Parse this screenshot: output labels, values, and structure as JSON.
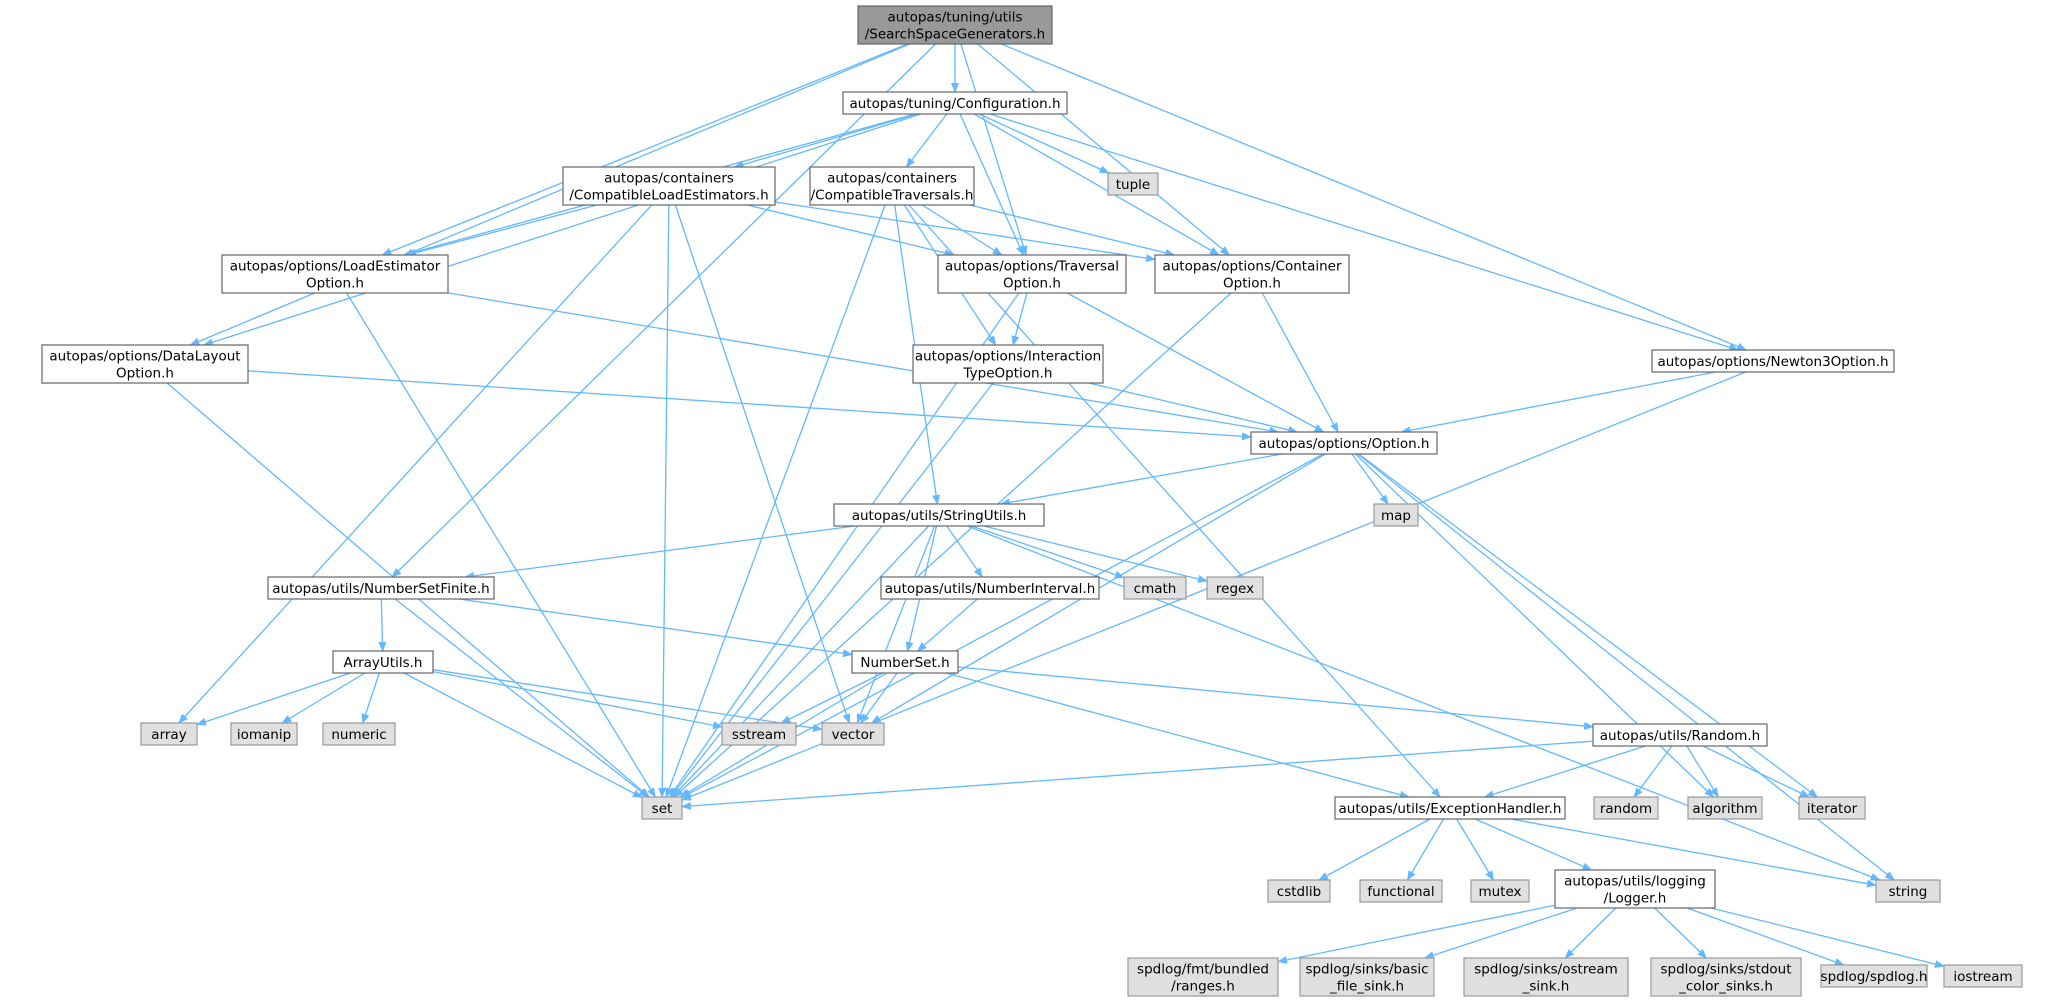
{
  "colors": {
    "edge": "#63b8ff",
    "root_fill": "#999999",
    "project_fill": "#ffffff",
    "system_fill": "#e0e0e0",
    "border": "#666666"
  },
  "nodes": [
    {
      "id": "ssg",
      "kind": "root",
      "lines": [
        "autopas/tuning/utils",
        "/SearchSpaceGenerators.h"
      ]
    },
    {
      "id": "config",
      "kind": "project",
      "lines": [
        "autopas/tuning/Configuration.h"
      ]
    },
    {
      "id": "tuple",
      "kind": "system",
      "lines": [
        "tuple"
      ]
    },
    {
      "id": "cle",
      "kind": "project",
      "lines": [
        "autopas/containers",
        "/CompatibleLoadEstimators.h"
      ]
    },
    {
      "id": "ct",
      "kind": "project",
      "lines": [
        "autopas/containers",
        "/CompatibleTraversals.h"
      ]
    },
    {
      "id": "leo",
      "kind": "project",
      "lines": [
        "autopas/options/LoadEstimator",
        "Option.h"
      ]
    },
    {
      "id": "to",
      "kind": "project",
      "lines": [
        "autopas/options/Traversal",
        "Option.h"
      ]
    },
    {
      "id": "co",
      "kind": "project",
      "lines": [
        "autopas/options/Container",
        "Option.h"
      ]
    },
    {
      "id": "dlo",
      "kind": "project",
      "lines": [
        "autopas/options/DataLayout",
        "Option.h"
      ]
    },
    {
      "id": "ito",
      "kind": "project",
      "lines": [
        "autopas/options/Interaction",
        "TypeOption.h"
      ]
    },
    {
      "id": "n3o",
      "kind": "project",
      "lines": [
        "autopas/options/Newton3Option.h"
      ]
    },
    {
      "id": "opt",
      "kind": "project",
      "lines": [
        "autopas/options/Option.h"
      ]
    },
    {
      "id": "map",
      "kind": "system",
      "lines": [
        "map"
      ]
    },
    {
      "id": "su",
      "kind": "project",
      "lines": [
        "autopas/utils/StringUtils.h"
      ]
    },
    {
      "id": "nsf",
      "kind": "project",
      "lines": [
        "autopas/utils/NumberSetFinite.h"
      ]
    },
    {
      "id": "ni",
      "kind": "project",
      "lines": [
        "autopas/utils/NumberInterval.h"
      ]
    },
    {
      "id": "cmath",
      "kind": "system",
      "lines": [
        "cmath"
      ]
    },
    {
      "id": "regex",
      "kind": "system",
      "lines": [
        "regex"
      ]
    },
    {
      "id": "au",
      "kind": "project",
      "lines": [
        "ArrayUtils.h"
      ]
    },
    {
      "id": "ns",
      "kind": "project",
      "lines": [
        "NumberSet.h"
      ]
    },
    {
      "id": "array",
      "kind": "system",
      "lines": [
        "array"
      ]
    },
    {
      "id": "iomanip",
      "kind": "system",
      "lines": [
        "iomanip"
      ]
    },
    {
      "id": "numeric",
      "kind": "system",
      "lines": [
        "numeric"
      ]
    },
    {
      "id": "sstream",
      "kind": "system",
      "lines": [
        "sstream"
      ]
    },
    {
      "id": "vector",
      "kind": "system",
      "lines": [
        "vector"
      ]
    },
    {
      "id": "rnd",
      "kind": "project",
      "lines": [
        "autopas/utils/Random.h"
      ]
    },
    {
      "id": "set",
      "kind": "system",
      "lines": [
        "set"
      ]
    },
    {
      "id": "eh",
      "kind": "project",
      "lines": [
        "autopas/utils/ExceptionHandler.h"
      ]
    },
    {
      "id": "random",
      "kind": "system",
      "lines": [
        "random"
      ]
    },
    {
      "id": "algorithm",
      "kind": "system",
      "lines": [
        "algorithm"
      ]
    },
    {
      "id": "iterator",
      "kind": "system",
      "lines": [
        "iterator"
      ]
    },
    {
      "id": "cstdlib",
      "kind": "system",
      "lines": [
        "cstdlib"
      ]
    },
    {
      "id": "functional",
      "kind": "system",
      "lines": [
        "functional"
      ]
    },
    {
      "id": "mutex",
      "kind": "system",
      "lines": [
        "mutex"
      ]
    },
    {
      "id": "logger",
      "kind": "project",
      "lines": [
        "autopas/utils/logging",
        "/Logger.h"
      ]
    },
    {
      "id": "string",
      "kind": "system",
      "lines": [
        "string"
      ]
    },
    {
      "id": "fmt",
      "kind": "system",
      "lines": [
        "spdlog/fmt/bundled",
        "/ranges.h"
      ]
    },
    {
      "id": "bfs",
      "kind": "system",
      "lines": [
        "spdlog/sinks/basic",
        "_file_sink.h"
      ]
    },
    {
      "id": "oss",
      "kind": "system",
      "lines": [
        "spdlog/sinks/ostream",
        "_sink.h"
      ]
    },
    {
      "id": "scs",
      "kind": "system",
      "lines": [
        "spdlog/sinks/stdout",
        "_color_sinks.h"
      ]
    },
    {
      "id": "spdlog",
      "kind": "system",
      "lines": [
        "spdlog/spdlog.h"
      ]
    },
    {
      "id": "iostream",
      "kind": "system",
      "lines": [
        "iostream"
      ]
    }
  ],
  "edges": [
    [
      "ssg",
      "config"
    ],
    [
      "ssg",
      "leo"
    ],
    [
      "ssg",
      "dlo"
    ],
    [
      "ssg",
      "nsf"
    ],
    [
      "ssg",
      "to"
    ],
    [
      "ssg",
      "co"
    ],
    [
      "ssg",
      "n3o"
    ],
    [
      "config",
      "tuple"
    ],
    [
      "config",
      "cle"
    ],
    [
      "config",
      "ct"
    ],
    [
      "config",
      "leo"
    ],
    [
      "config",
      "dlo"
    ],
    [
      "config",
      "to"
    ],
    [
      "config",
      "co"
    ],
    [
      "config",
      "n3o"
    ],
    [
      "cle",
      "leo"
    ],
    [
      "cle",
      "to"
    ],
    [
      "cle",
      "co"
    ],
    [
      "cle",
      "array"
    ],
    [
      "cle",
      "set"
    ],
    [
      "cle",
      "vector"
    ],
    [
      "ct",
      "to"
    ],
    [
      "ct",
      "co"
    ],
    [
      "ct",
      "ito"
    ],
    [
      "ct",
      "su"
    ],
    [
      "ct",
      "set"
    ],
    [
      "ct",
      "eh"
    ],
    [
      "leo",
      "opt"
    ],
    [
      "leo",
      "set"
    ],
    [
      "to",
      "ito"
    ],
    [
      "to",
      "opt"
    ],
    [
      "to",
      "set"
    ],
    [
      "co",
      "opt"
    ],
    [
      "co",
      "set"
    ],
    [
      "dlo",
      "opt"
    ],
    [
      "dlo",
      "set"
    ],
    [
      "ito",
      "opt"
    ],
    [
      "ito",
      "set"
    ],
    [
      "n3o",
      "opt"
    ],
    [
      "n3o",
      "set"
    ],
    [
      "opt",
      "su"
    ],
    [
      "opt",
      "map"
    ],
    [
      "opt",
      "set"
    ],
    [
      "opt",
      "vector"
    ],
    [
      "opt",
      "algorithm"
    ],
    [
      "opt",
      "iterator"
    ],
    [
      "opt",
      "string"
    ],
    [
      "su",
      "nsf"
    ],
    [
      "su",
      "ni"
    ],
    [
      "su",
      "ns"
    ],
    [
      "su",
      "cmath"
    ],
    [
      "su",
      "regex"
    ],
    [
      "su",
      "set"
    ],
    [
      "su",
      "vector"
    ],
    [
      "su",
      "string"
    ],
    [
      "nsf",
      "au"
    ],
    [
      "nsf",
      "ns"
    ],
    [
      "nsf",
      "set"
    ],
    [
      "ni",
      "ns"
    ],
    [
      "au",
      "array"
    ],
    [
      "au",
      "iomanip"
    ],
    [
      "au",
      "numeric"
    ],
    [
      "au",
      "sstream"
    ],
    [
      "au",
      "vector"
    ],
    [
      "au",
      "set"
    ],
    [
      "ns",
      "sstream"
    ],
    [
      "ns",
      "vector"
    ],
    [
      "ns",
      "set"
    ],
    [
      "ns",
      "rnd"
    ],
    [
      "ns",
      "eh"
    ],
    [
      "rnd",
      "set"
    ],
    [
      "rnd",
      "eh"
    ],
    [
      "rnd",
      "random"
    ],
    [
      "rnd",
      "algorithm"
    ],
    [
      "rnd",
      "iterator"
    ],
    [
      "eh",
      "cstdlib"
    ],
    [
      "eh",
      "functional"
    ],
    [
      "eh",
      "mutex"
    ],
    [
      "eh",
      "logger"
    ],
    [
      "eh",
      "string"
    ],
    [
      "logger",
      "fmt"
    ],
    [
      "logger",
      "bfs"
    ],
    [
      "logger",
      "oss"
    ],
    [
      "logger",
      "scs"
    ],
    [
      "logger",
      "spdlog"
    ],
    [
      "logger",
      "iostream"
    ]
  ]
}
